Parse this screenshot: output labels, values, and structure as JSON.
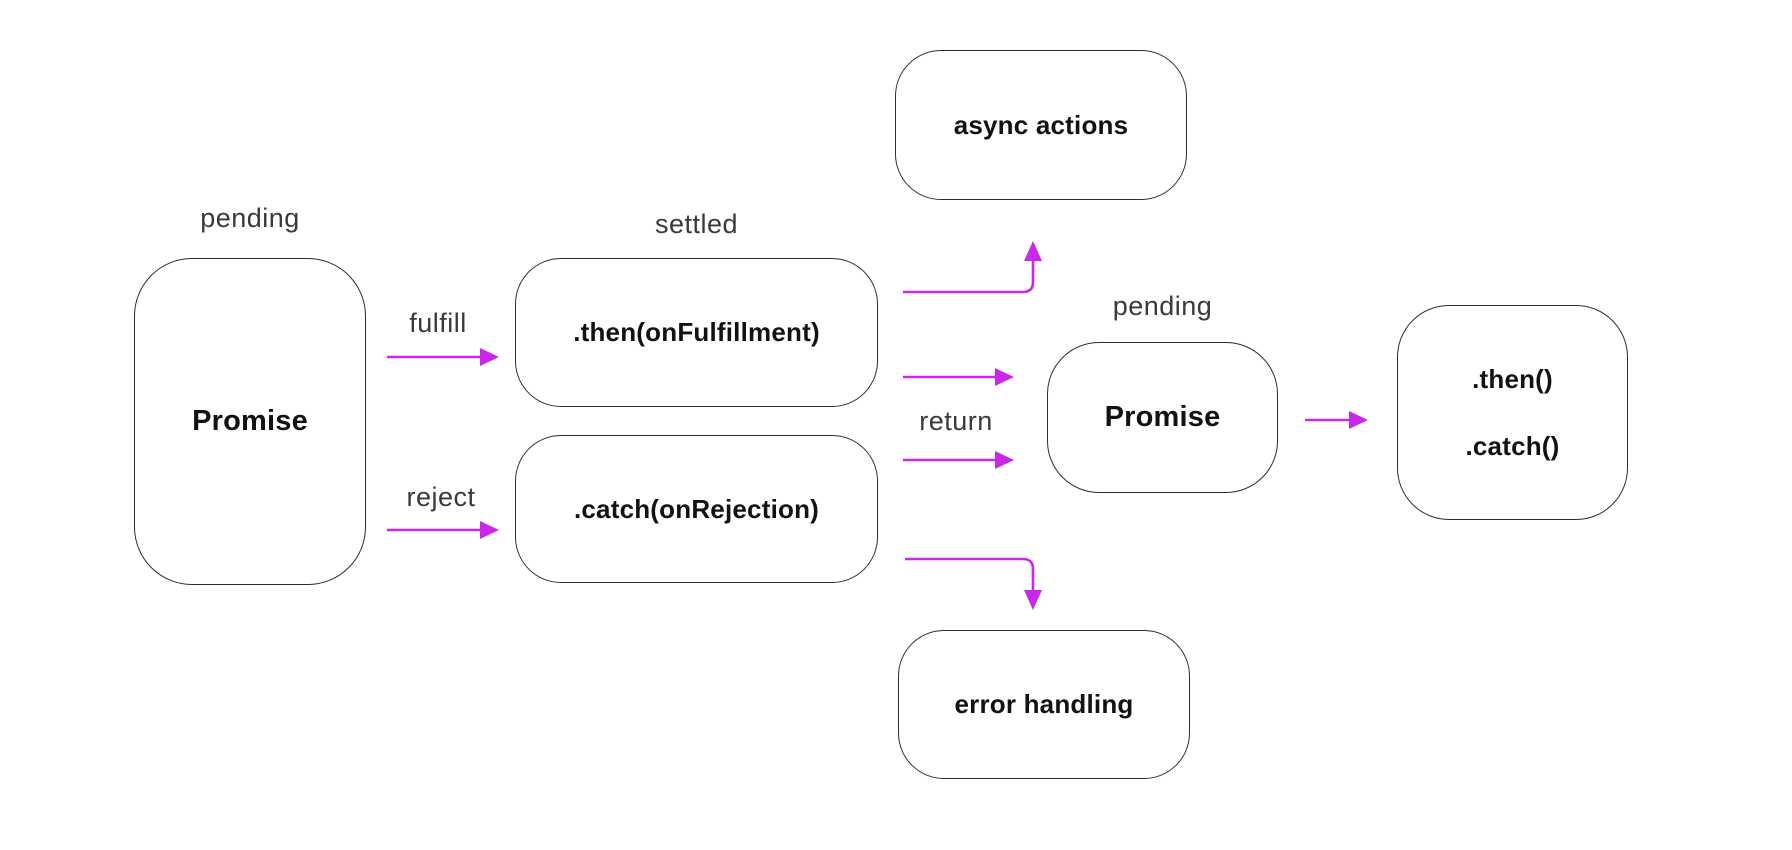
{
  "colors": {
    "accent": "#ca27e8",
    "border": "#2e2e2e",
    "node_text": "#121212",
    "label_text": "#3a3a3a",
    "background": "#ffffff"
  },
  "nodes": {
    "promise_initial": {
      "label": "Promise",
      "state": "pending"
    },
    "then_handler": {
      "label": ".then(onFulfillment)",
      "state": "settled"
    },
    "catch_handler": {
      "label": ".catch(onRejection)"
    },
    "async_actions": {
      "label": "async actions"
    },
    "promise_returned": {
      "label": "Promise",
      "state": "pending"
    },
    "chained_handlers": {
      "line1": ".then()",
      "line2": ".catch()"
    },
    "error_handling": {
      "label": "error handling"
    }
  },
  "edges": {
    "fulfill": {
      "label": "fulfill"
    },
    "reject": {
      "label": "reject"
    },
    "return": {
      "label": "return"
    }
  }
}
